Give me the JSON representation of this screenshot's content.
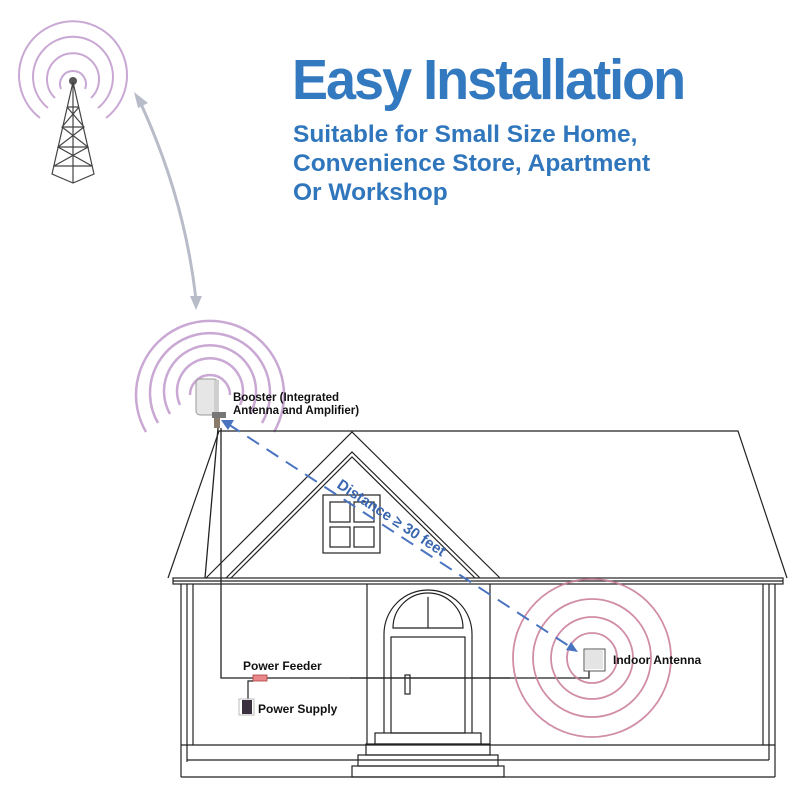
{
  "header": {
    "title": "Easy Installation",
    "subtitle": "Suitable for Small Size Home,\nConvenience Store, Apartment\nOr Workshop"
  },
  "diagram": {
    "labels": {
      "booster_line1": "Booster (Integrated",
      "booster_line2": "Antenna and Amplifier)",
      "distance": "Distance ≥ 30 feet",
      "indoor_antenna": "Indoor Antenna",
      "power_feeder": "Power Feeder",
      "power_supply": "Power Supply"
    },
    "colors": {
      "title_blue": "#3279c0",
      "signal_purple": "#c8a0d0",
      "signal_pink": "#c97a98",
      "distance_blue": "#4a74c0",
      "line": "#222222",
      "arrow_gray": "#b8bcc8"
    },
    "icons": [
      "cell-tower-icon",
      "booster-antenna-icon",
      "indoor-antenna-icon",
      "power-supply-icon",
      "power-feeder-icon"
    ]
  }
}
